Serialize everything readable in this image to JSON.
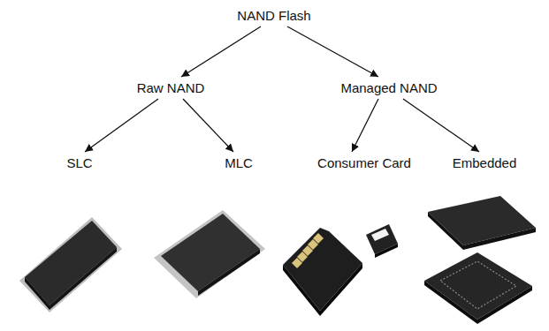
{
  "diagram": {
    "nodes": [
      {
        "text": [
          "NAND Flash"
        ]
      },
      {
        "text": [
          "Raw NAND"
        ]
      },
      {
        "text": [
          "Managed NAND"
        ]
      },
      {
        "text": [
          "SLC"
        ]
      },
      {
        "text": [
          "MLC"
        ]
      },
      {
        "text": [
          "Consumer Card"
        ]
      },
      {
        "text": [
          "Embedded"
        ]
      }
    ],
    "edges": [
      {
        "from": 0,
        "to": 1,
        "arrow": "to"
      },
      {
        "from": 0,
        "to": 2,
        "arrow": "to"
      },
      {
        "from": 1,
        "to": 3,
        "arrow": "to"
      },
      {
        "from": 1,
        "to": 4,
        "arrow": "to"
      },
      {
        "from": 2,
        "to": 5,
        "arrow": "to"
      },
      {
        "from": 2,
        "to": 6,
        "arrow": "to"
      }
    ]
  }
}
